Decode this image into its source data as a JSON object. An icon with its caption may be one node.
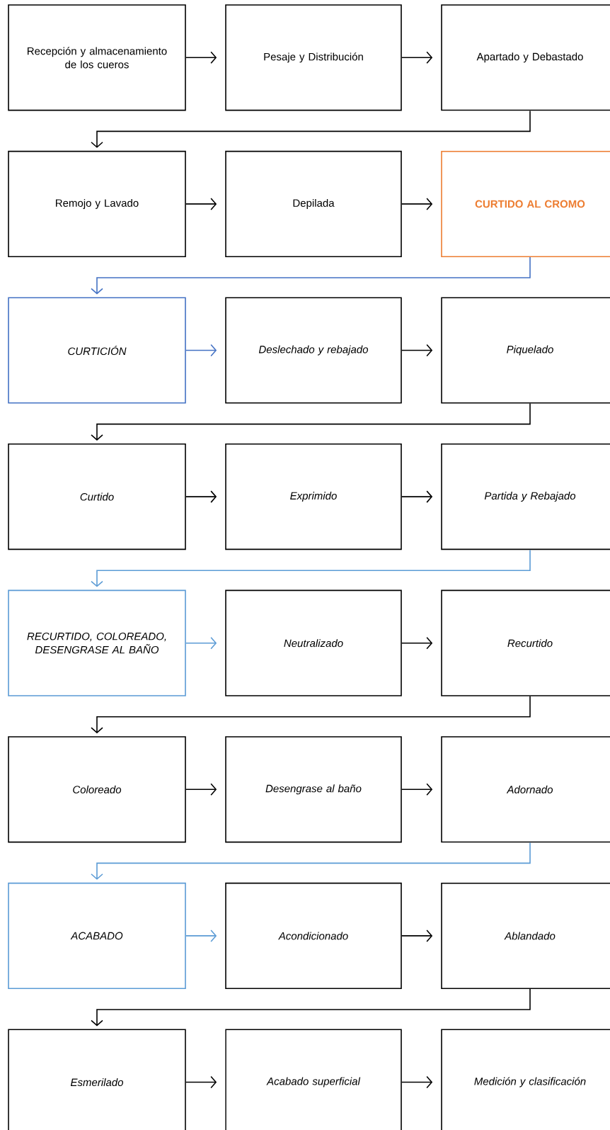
{
  "diagram": {
    "nodes": [
      {
        "text": [
          "Recepción y almacenamiento de los cueros"
        ]
      },
      {
        "text": [
          "Pesaje y Distribución"
        ]
      },
      {
        "text": [
          "Apartado y Debastado"
        ]
      },
      {
        "text": [
          "Remojo y Lavado"
        ]
      },
      {
        "text": [
          "Depilada"
        ]
      },
      {
        "text": [
          "CURTIDO AL CROMO"
        ]
      },
      {
        "text": [
          "CURTICIÓN"
        ]
      },
      {
        "text": [
          "Deslechado y rebajado"
        ]
      },
      {
        "text": [
          "Piquelado"
        ]
      },
      {
        "text": [
          "Curtido"
        ]
      },
      {
        "text": [
          "Exprimido"
        ]
      },
      {
        "text": [
          "Partida y Rebajado"
        ]
      },
      {
        "text": [
          "RECURTIDO, COLOREADO, DESENGRASE AL BAÑO"
        ]
      },
      {
        "text": [
          "Neutralizado"
        ]
      },
      {
        "text": [
          "Recurtido"
        ]
      },
      {
        "text": [
          "Coloreado"
        ]
      },
      {
        "text": [
          "Desengrase al baño"
        ]
      },
      {
        "text": [
          "Adornado"
        ]
      },
      {
        "text": [
          "ACABADO"
        ]
      },
      {
        "text": [
          "Acondicionado"
        ]
      },
      {
        "text": [
          "Ablandado"
        ]
      },
      {
        "text": [
          "Esmerilado"
        ]
      },
      {
        "text": [
          "Acabado superficial"
        ]
      },
      {
        "text": [
          "Medición y clasificación"
        ]
      }
    ],
    "edges": [
      {
        "from": 0,
        "to": 1,
        "arrow": "to"
      },
      {
        "from": 1,
        "to": 2,
        "arrow": "to"
      },
      {
        "from": 2,
        "to": 3,
        "arrow": "to"
      },
      {
        "from": 3,
        "to": 4,
        "arrow": "to"
      },
      {
        "from": 4,
        "to": 5,
        "arrow": "to"
      },
      {
        "from": 5,
        "to": 6,
        "arrow": "to",
        "color": "#4472c4"
      },
      {
        "from": 6,
        "to": 7,
        "arrow": "to",
        "color": "#4472c4"
      },
      {
        "from": 7,
        "to": 8,
        "arrow": "to"
      },
      {
        "from": 8,
        "to": 9,
        "arrow": "to"
      },
      {
        "from": 9,
        "to": 10,
        "arrow": "to"
      },
      {
        "from": 10,
        "to": 11,
        "arrow": "to"
      },
      {
        "from": 11,
        "to": 12,
        "arrow": "to",
        "color": "#5b9bd5"
      },
      {
        "from": 12,
        "to": 13,
        "arrow": "to",
        "color": "#5b9bd5"
      },
      {
        "from": 13,
        "to": 14,
        "arrow": "to"
      },
      {
        "from": 14,
        "to": 15,
        "arrow": "to"
      },
      {
        "from": 15,
        "to": 16,
        "arrow": "to"
      },
      {
        "from": 16,
        "to": 17,
        "arrow": "to"
      },
      {
        "from": 17,
        "to": 18,
        "arrow": "to",
        "color": "#5b9bd5"
      },
      {
        "from": 18,
        "to": 19,
        "arrow": "to",
        "color": "#5b9bd5"
      },
      {
        "from": 19,
        "to": 20,
        "arrow": "to"
      },
      {
        "from": 20,
        "to": 21,
        "arrow": "to"
      },
      {
        "from": 21,
        "to": 22,
        "arrow": "to"
      },
      {
        "from": 22,
        "to": 23,
        "arrow": "to"
      }
    ]
  }
}
